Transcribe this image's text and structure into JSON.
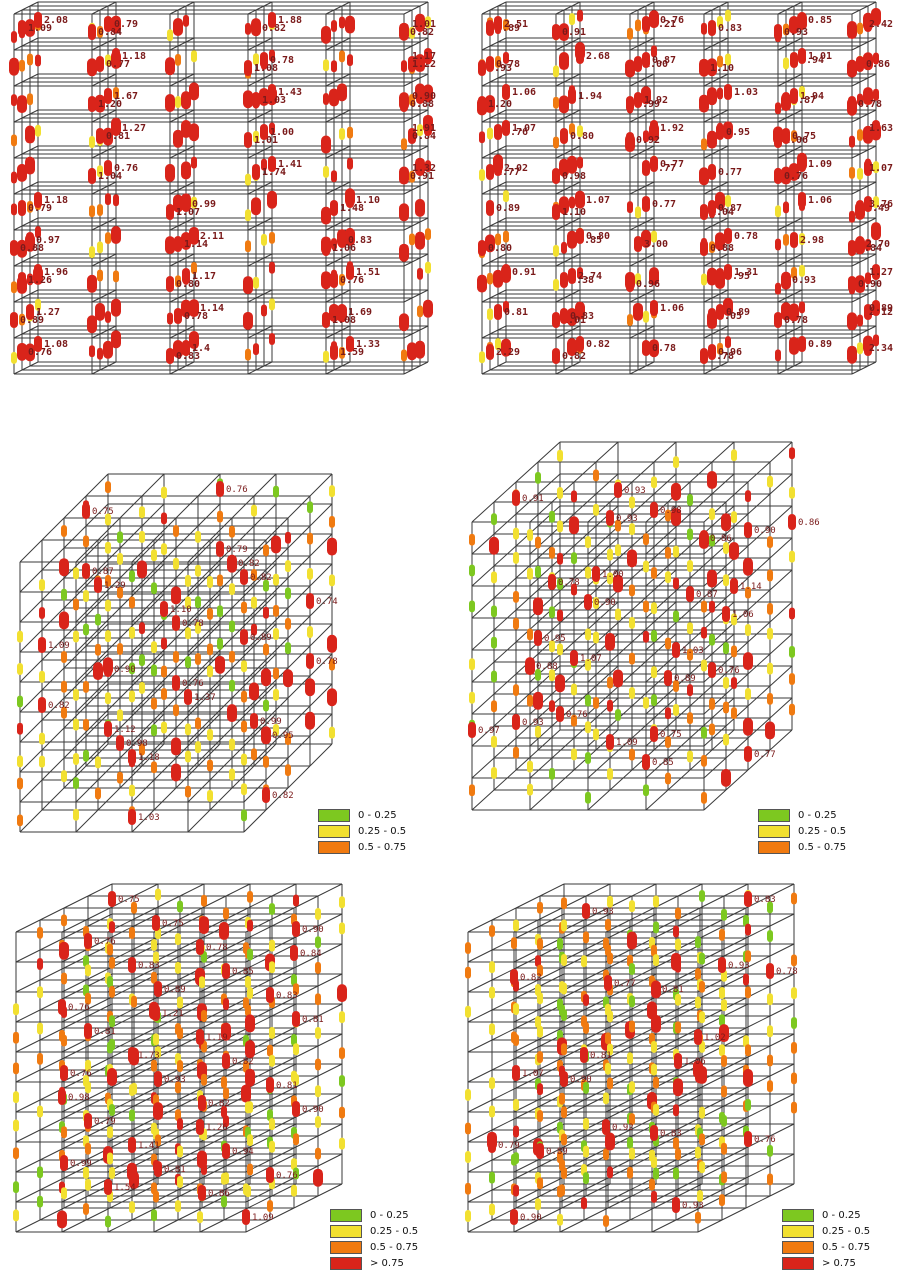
{
  "colors": {
    "green": "#7dc820",
    "yellow": "#f2e030",
    "orange": "#f07a10",
    "red": "#d9241a",
    "frame": "#3a3a3a",
    "label": "#7a1a1a"
  },
  "panels": [
    {
      "id": "p1",
      "view": "elevation",
      "labels": [
        "0.84",
        "0.82",
        "1.08",
        "1.20",
        "0.88",
        "1.01",
        "1.04",
        "0.91",
        "1.07",
        "0.88",
        "1.06",
        "0.80",
        "0.89",
        "1.08",
        "0.83",
        "1.09",
        "0.82",
        "0.77",
        "1.22",
        "1.03",
        "0.81",
        "0.84",
        "1.74",
        "0.79",
        "1.48",
        "1.14",
        "1.26",
        "0.76",
        "0.78",
        "0.76",
        "1.59",
        "0.79",
        "1.01",
        "0.78",
        "1.67",
        "0.90",
        "1.00",
        "0.76",
        "1.32",
        "0.99",
        "0.97",
        "0.83",
        "1.17",
        "1.27",
        "1.69",
        "1.4",
        "2.08",
        "1.88",
        "1.18",
        "1.17",
        "1.43",
        "1.27",
        "1.91",
        "1.41",
        "1.18",
        "1.10",
        "2.11",
        "1.96",
        "1.51",
        "1.14",
        "1.08",
        "1.33"
      ],
      "legend": []
    },
    {
      "id": "p2",
      "view": "elevation",
      "labels": [
        "0.91",
        "0.93",
        "0.93",
        "1.10",
        "1.20",
        "0.99",
        "0.78",
        "0.92",
        "1.06",
        "0.98",
        "0.76",
        "1.10",
        "1.04",
        "0.80",
        "0.88",
        "0.84",
        "0.96",
        "0.90",
        "1.01",
        "0.78",
        "0.82",
        "0.78",
        "0.89",
        "0.83",
        "0.78",
        "1.00",
        "0.86",
        "1.92",
        "0.87",
        "0.80",
        "0.75",
        "1.77",
        "0.77",
        "0.89",
        "0.87",
        "2.49",
        "3.00",
        "2.70",
        "2.38",
        "0.93",
        "0.83",
        "2.05",
        "2.29",
        "0.96",
        "2.51",
        "3.21",
        "2.42",
        "0.87",
        "0.94",
        "1.94",
        "1.94",
        "0.76",
        "0.95",
        "2.02",
        "0.77",
        "1.07",
        "0.77",
        "3.76",
        "0.85",
        "2.98",
        "2.74",
        "0.95",
        "0.81",
        "0.89",
        "2.12",
        "0.78",
        "2.34",
        "0.76",
        "0.85",
        "2.68",
        "1.01",
        "1.06",
        "1.03",
        "1.07",
        "1.92",
        "1.63",
        "0.77",
        "1.09",
        "1.07",
        "1.06",
        "0.80",
        "0.78",
        "0.91",
        "1.31",
        "1.27",
        "1.06",
        "0.89",
        "0.82",
        "0.89"
      ],
      "legend": []
    },
    {
      "id": "p3",
      "view": "isometric",
      "labels": [
        "0.82",
        "0.89",
        "1.37",
        "1.18",
        "1.03",
        "1.29",
        "1.09",
        "0.82",
        "0.95",
        "0.82",
        "0.82",
        "0.78",
        "0.76",
        "0.98",
        "0.75",
        "0.87",
        "0.74",
        "0.78",
        "0.99",
        "0.76",
        "0.79",
        "1.10",
        "0.90",
        "1.12"
      ],
      "legend": [
        "0 - 0.25",
        "0.25 - 0.5",
        "0.5 - 0.75"
      ]
    },
    {
      "id": "p4",
      "view": "isometric",
      "labels": [
        "0.86",
        "0.90",
        "0.88",
        "0.97",
        "0.85",
        "0.93",
        "0.78",
        "1.06",
        "0.89",
        "1.09",
        "0.91",
        "0.90",
        "0.87",
        "1.07",
        "0.93",
        "0.77",
        "0.98",
        "1.00",
        "0.95",
        "0.76",
        "0.75",
        "0.93",
        "0.86",
        "1.14",
        "1.03",
        "0.76"
      ],
      "legend": [
        "0 - 0.25",
        "0.25 - 0.5",
        "0.5 - 0.75"
      ]
    },
    {
      "id": "p5",
      "view": "isometric",
      "labels": [
        "0.78",
        "0.76",
        "1.19",
        "0.98",
        "1.26",
        "1.54",
        "1.09",
        "0.83",
        "0.83",
        "1.73",
        "0.81",
        "1.41",
        "0.76",
        "0.75",
        "0.84",
        "1.21",
        "0.76",
        "0.82",
        "0.99",
        "0.86",
        "0.76",
        "0.85",
        "0.81",
        "0.82",
        "0.79",
        "0.94",
        "0.75",
        "0.90",
        "0.89",
        "0.81",
        "0.93",
        "0.90",
        "0.81"
      ],
      "legend": [
        "0 - 0.25",
        "0.25 - 0.5",
        "0.5 - 0.75",
        "> 0.75"
      ]
    },
    {
      "id": "p6",
      "view": "isometric",
      "labels": [
        "0.82",
        "1.02",
        "0.92",
        "0.90",
        "0.93",
        "0.81",
        "0.79",
        "0.93",
        "0.77",
        "1.07",
        "0.83",
        "0.93",
        "0.78",
        "1.06",
        "0.89",
        "0.83",
        "0.81",
        "0.90",
        "0.76"
      ],
      "legend": [
        "0 - 0.25",
        "0.25 - 0.5",
        "0.5 - 0.75",
        "> 0.75"
      ]
    }
  ]
}
